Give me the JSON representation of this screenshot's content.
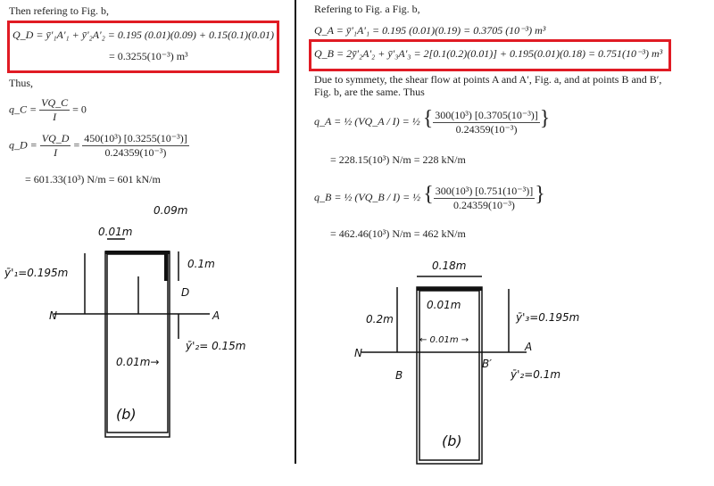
{
  "left": {
    "intro": "Then refering to Fig. b,",
    "qd_line1": "Q_D = ȳ'₁A'₁ + ȳ'₂A'₂ = 0.195 (0.01)(0.09) + 0.15(0.1)(0.01)",
    "qd_line2": "= 0.3255(10⁻³) m³",
    "thus": "Thus,",
    "qc_lhs": "q_C =",
    "qc_num": "VQ_C",
    "qc_den": "I",
    "qc_rhs": "= 0",
    "qd_lhs": "q_D =",
    "qd_num": "VQ_D",
    "qd_den": "I",
    "qd_num2": "450(10³) [0.3255(10⁻³)]",
    "qd_den2": "0.24359(10⁻³)",
    "qd_result": "= 601.33(10³) N/m = 601 kN/m",
    "fig": {
      "top_dim": "0.09m",
      "dim_001": "0.01m",
      "dim_01": "0.1m",
      "D": "D",
      "y1": "ȳ'₁=0.195m",
      "N": "N",
      "A": "A",
      "dim_001b": "0.01m→",
      "y2": "ȳ'₂= 0.15m",
      "caption": "(b)"
    }
  },
  "right": {
    "intro": "Refering to Fig. a Fig. b,",
    "qa": "Q_A = ȳ'₁A'₁ = 0.195 (0.01)(0.19) = 0.3705 (10⁻³) m³",
    "qb": "Q_B = 2ȳ'₂A'₂ + ȳ'₃A'₃ = 2[0.1(0.2)(0.01)] + 0.195(0.01)(0.18) = 0.751(10⁻³) m³",
    "sym1": "Due to symmety, the shear flow at points A and A′, Fig. a, and at points B and B′,",
    "sym2": "Fig. b, are the same. Thus",
    "qa_lhs": "q_A = ½ (VQ_A / I) = ½",
    "qa_num": "300(10³) [0.3705(10⁻³)]",
    "qa_den": "0.24359(10⁻³)",
    "qa_result": "= 228.15(10³) N/m = 228 kN/m",
    "qb_lhs": "q_B = ½ (VQ_B / I) = ½",
    "qb_num": "300(10³) [0.751(10⁻³)]",
    "qb_den": "0.24359(10⁻³)",
    "qb_result": "= 462.46(10³) N/m = 462 kN/m",
    "fig": {
      "top_dim": "0.18m",
      "h": "0.2m",
      "t1": "0.01m",
      "t2": "← 0.01m →",
      "y3": "ȳ'₃=0.195m",
      "N": "N",
      "A": "A",
      "B": "B",
      "Bp": "B′",
      "y2": "ȳ'₂=0.1m",
      "caption": "(b)"
    }
  },
  "colors": {
    "highlight": "#e01b24"
  }
}
